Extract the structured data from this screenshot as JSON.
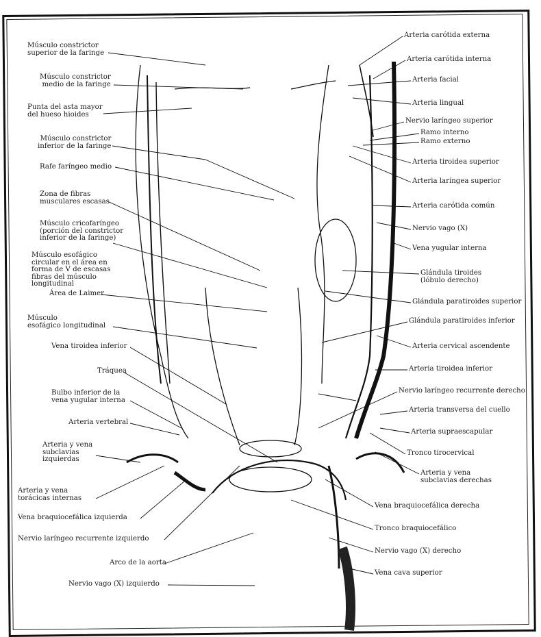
{
  "labels_left": [
    {
      "id": "l1",
      "text": "Músculo constrictor\nsuperior de la faringe"
    },
    {
      "id": "l2",
      "text": "Músculo constrictor\nmedio de la faringe"
    },
    {
      "id": "l3",
      "text": "Punta del asta mayor\ndel hueso hioides"
    },
    {
      "id": "l4",
      "text": "Músculo constrictor\ninferior de la faringe"
    },
    {
      "id": "l5",
      "text": "Rafe faríngeo medio"
    },
    {
      "id": "l6",
      "text": "Zona de fibras\nmusculares escasas"
    },
    {
      "id": "l7",
      "text": "Músculo cricofaríngeo\n(porción del constrictor\ninferior de la faringe)"
    },
    {
      "id": "l8",
      "text": "Músculo esofágico\ncircular en el área en\nforma de V de escasas\nfibras del músculo\nlongitudinal"
    },
    {
      "id": "l9",
      "text": "Área de Laimer"
    },
    {
      "id": "l10",
      "text": "Músculo\nesofágico longitudinal"
    },
    {
      "id": "l11",
      "text": "Vena tiroidea inferior"
    },
    {
      "id": "l12",
      "text": "Tráquea"
    },
    {
      "id": "l13",
      "text": "Bulbo inferior de la\nvena yugular interna"
    },
    {
      "id": "l14",
      "text": "Arteria vertebral"
    },
    {
      "id": "l15",
      "text": "Arteria y vena\nsubclavias\nizquierdas"
    },
    {
      "id": "l16",
      "text": "Arteria y vena\ntorácicas internas"
    },
    {
      "id": "l17",
      "text": "Vena braquiocefálica izquierda"
    },
    {
      "id": "l18",
      "text": "Nervio laríngeo recurrente izquierdo"
    },
    {
      "id": "l19",
      "text": "Arco de la aorta"
    },
    {
      "id": "l20",
      "text": "Nervio vago (X) izquierdo"
    }
  ],
  "labels_right": [
    {
      "id": "r1",
      "text": "Arteria carótida externa"
    },
    {
      "id": "r2",
      "text": "Arteria carótida interna"
    },
    {
      "id": "r3",
      "text": "Arteria facial"
    },
    {
      "id": "r4",
      "text": "Arteria lingual"
    },
    {
      "id": "r5",
      "text": "Nervio laríngeo superior"
    },
    {
      "id": "r6",
      "text": "Ramo interno"
    },
    {
      "id": "r7",
      "text": "Ramo externo"
    },
    {
      "id": "r8",
      "text": "Arteria tiroidea superior"
    },
    {
      "id": "r9",
      "text": "Arteria laríngea superior"
    },
    {
      "id": "r10",
      "text": "Arteria carótida común"
    },
    {
      "id": "r11",
      "text": "Nervio vago (X)"
    },
    {
      "id": "r12",
      "text": "Vena yugular interna"
    },
    {
      "id": "r13",
      "text": "Glándula tiroides\n(lóbulo derecho)"
    },
    {
      "id": "r14",
      "text": "Glándula paratiroides superior"
    },
    {
      "id": "r15",
      "text": "Glándula paratiroides inferior"
    },
    {
      "id": "r16",
      "text": "Arteria cervical ascendente"
    },
    {
      "id": "r17",
      "text": "Arteria tiroidea inferior"
    },
    {
      "id": "r18",
      "text": "Nervio laríngeo recurrente derecho"
    },
    {
      "id": "r19",
      "text": "Arteria transversa del cuello"
    },
    {
      "id": "r20",
      "text": "Arteria supraescapular"
    },
    {
      "id": "r21",
      "text": "Tronco tirocervical"
    },
    {
      "id": "r22",
      "text": "Arteria y vena\nsubclavias derechas"
    },
    {
      "id": "r23",
      "text": "Vena braquiocefálica derecha"
    },
    {
      "id": "r24",
      "text": "Tronco braquiocefálico"
    },
    {
      "id": "r25",
      "text": "Nervio vago (X) derecho"
    },
    {
      "id": "r26",
      "text": "Vena cava superior"
    }
  ]
}
